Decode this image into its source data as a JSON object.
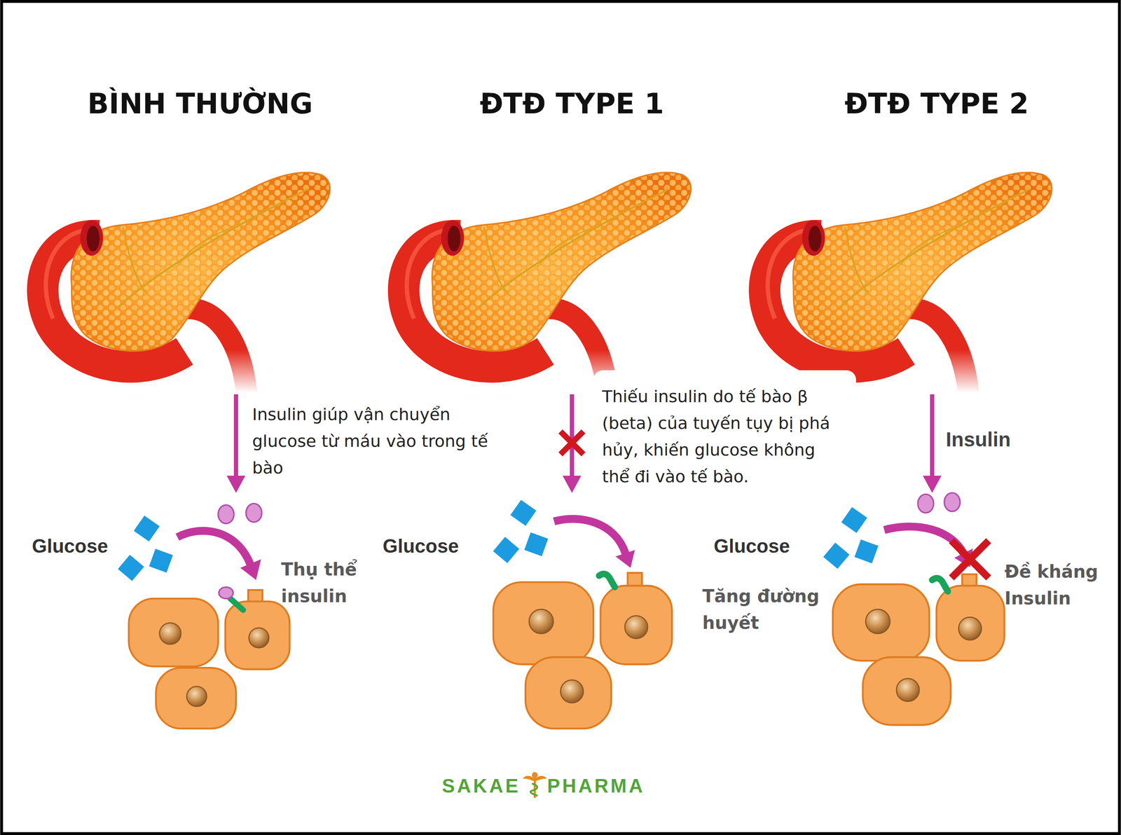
{
  "diagram": {
    "nodes": [
      {
        "text": [
          "Thiếu insulin do tế bào β (beta) của tuyến tụy bị phá hủy, khiến glucose không thể đi vào tế bào."
        ]
      }
    ],
    "labels": [
      "BÌNH THƯỜNG",
      "ĐTĐ TYPE 1",
      "ĐTĐ TYPE 2",
      "Insulin giúp vận chuyển glucose từ máu vào trong tế bào",
      "Glucose",
      "Thụ thể insulin",
      "Glucose",
      "Tăng đường huyết",
      "Insulin",
      "Glucose",
      "Đề kháng Insulin",
      "SAKAE PHARMA"
    ]
  }
}
